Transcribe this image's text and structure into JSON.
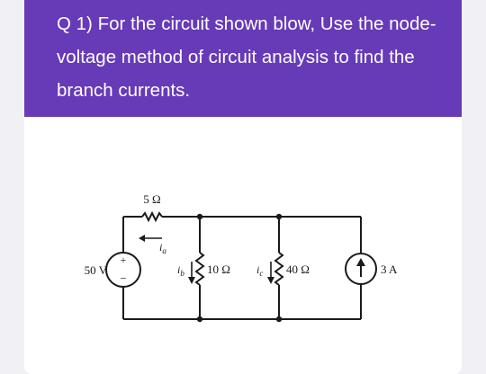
{
  "question": {
    "text": "Q 1) For the circuit shown blow, Use the node-voltage method of circuit analysis to find the branch currents."
  },
  "circuit": {
    "source_voltage": "50 V",
    "source_plus": "+",
    "source_minus": "−",
    "series_resistor": "5 Ω",
    "current_a": "i",
    "current_a_sub": "a",
    "current_b": "i",
    "current_b_sub": "b",
    "resistor_1": "10 Ω",
    "current_c": "i",
    "current_c_sub": "c",
    "resistor_2": "40 Ω",
    "current_source": "3 A"
  },
  "colors": {
    "header_bg": "#673ab7",
    "header_text": "#ffffff",
    "page_bg": "#f1f0f5",
    "card_bg": "#ffffff",
    "wire": "#1a1a1a"
  }
}
